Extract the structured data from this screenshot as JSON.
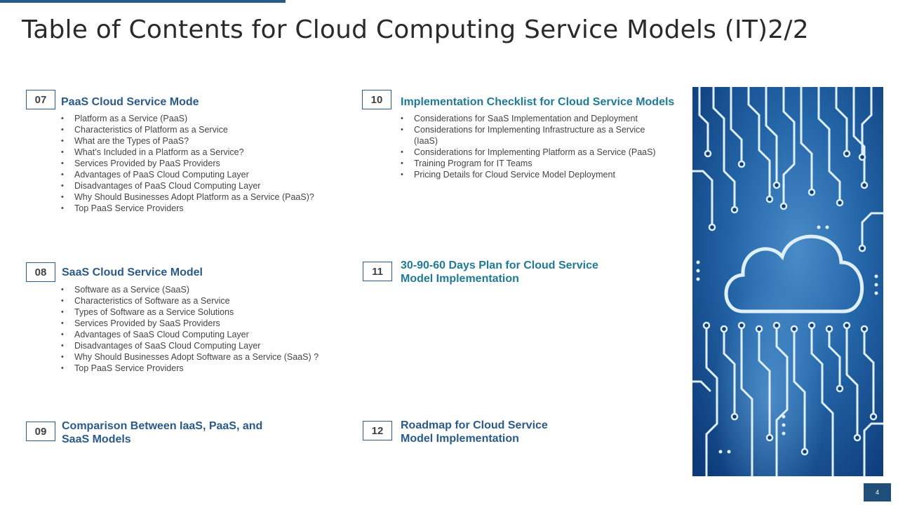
{
  "title": "Table of Contents for Cloud Computing Service Models (IT)2/2",
  "colors": {
    "accent": "#2a5a8a",
    "teal": "#1f7a98",
    "panel": "#1d5a9a"
  },
  "sections": {
    "s07": {
      "number": "07",
      "title": "PaaS Cloud Service Mode",
      "items": [
        "Platform as a Service (PaaS)",
        "Characteristics of Platform as a Service",
        "What are the Types of PaaS?",
        "What’s Included in a Platform as a Service?",
        "Services Provided by PaaS Providers",
        "Advantages of PaaS Cloud Computing Layer",
        "Disadvantages of PaaS Cloud Computing Layer",
        "Why Should Businesses Adopt Platform as a Service (PaaS)?",
        "Top PaaS Service Providers"
      ]
    },
    "s08": {
      "number": "08",
      "title": "SaaS Cloud Service Model",
      "items": [
        "Software as a Service (SaaS)",
        "Characteristics of Software as a Service",
        "Types of Software as a Service Solutions",
        "Services Provided by SaaS Providers",
        "Advantages of SaaS Cloud Computing Layer",
        "Disadvantages of SaaS Cloud Computing Layer",
        "Why Should Businesses Adopt Software as a Service (SaaS) ?",
        "Top PaaS Service Providers"
      ]
    },
    "s09": {
      "number": "09",
      "title_line1": "Comparison Between IaaS, PaaS, and",
      "title_line2": "SaaS Models"
    },
    "s10": {
      "number": "10",
      "title": "Implementation Checklist for Cloud Service Models",
      "items": [
        "Considerations for SaaS Implementation and Deployment",
        "Considerations for Implementing Infrastructure as a Service (IaaS)",
        "Considerations for Implementing Platform as a Service (PaaS)",
        "Training Program for IT Teams",
        "Pricing Details for Cloud Service Model Deployment"
      ]
    },
    "s11": {
      "number": "11",
      "title_line1": "30-90-60 Days Plan for Cloud Service",
      "title_line2": "Model Implementation"
    },
    "s12": {
      "number": "12",
      "title_line1": "Roadmap for Cloud Service",
      "title_line2": "Model Implementation"
    }
  },
  "image": {
    "icon": "cloud-circuit-icon"
  },
  "page_number": "4"
}
